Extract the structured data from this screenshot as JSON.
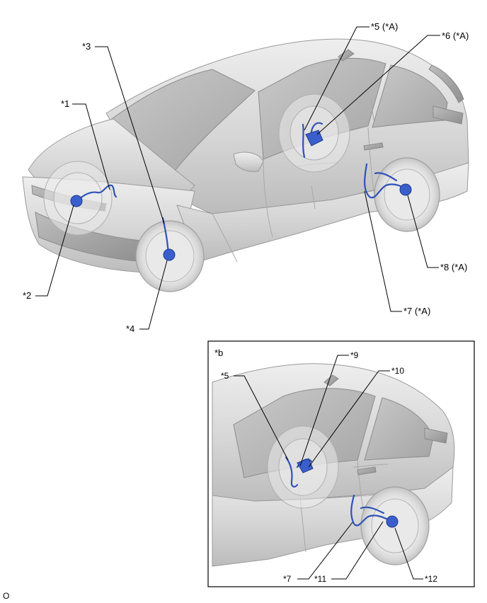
{
  "labels": {
    "l1": "*1",
    "l2": "*2",
    "l3": "*3",
    "l4": "*4",
    "l5": "*5 (*A)",
    "l6": "*6 (*A)",
    "l7": "*7 (*A)",
    "l8": "*8 (*A)"
  },
  "inset": {
    "title": "*b",
    "l5": "*5",
    "l7": "*7",
    "l9": "*9",
    "l10": "*10",
    "l11": "*11",
    "l12": "*12"
  },
  "footer": {
    "code": "O"
  },
  "colors": {
    "harness": "#2f52b8",
    "sensor": "#3a5fcd",
    "body": "#d9d9d9"
  }
}
